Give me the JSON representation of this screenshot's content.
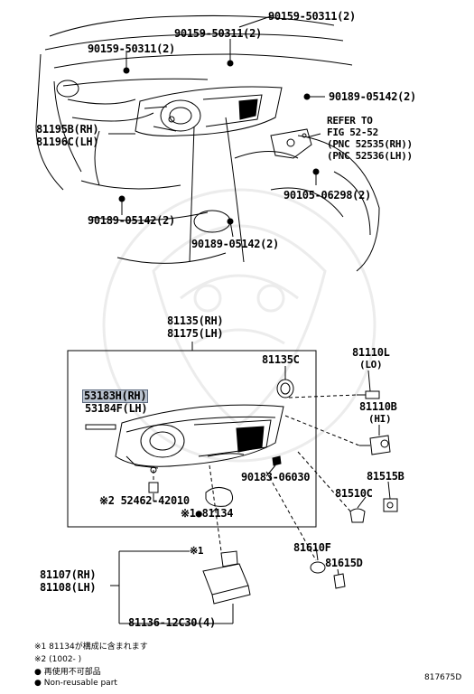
{
  "top_labels": {
    "l_90159_a": "90159-50311(2)",
    "l_90159_b": "90159-50311(2)",
    "l_90159_c": "90159-50311(2)",
    "l_90189_r": "90189-05142(2)",
    "l_81195b": "81195B(RH)",
    "l_81196c": "81196C(LH)",
    "refer_1": "REFER TO",
    "refer_2": "FIG 52-52",
    "refer_3": "(PNC 52535(RH))",
    "refer_4": "(PNC 52536(LH))",
    "l_90105": "90105-06298(2)",
    "l_90189_l": "90189-05142(2)",
    "l_90189_b": "90189-05142(2)"
  },
  "bottom_labels": {
    "l_81135rh": "81135(RH)",
    "l_81175lh": "81175(LH)",
    "l_81135c": "81135C",
    "l_81110l": "81110L",
    "l_lo": "(LO)",
    "l_53183h": "53183H(RH)",
    "l_53184f": "53184F(LH)",
    "l_81110b": "81110B",
    "l_hi": "(HI)",
    "l_90183": "90183-06030",
    "l_81515b": "81515B",
    "l_81510c": "81510C",
    "l_52462": "※2 52462-42010",
    "l_81134": "※1●81134",
    "l_81610f": "81610F",
    "l_81615d": "81615D",
    "l_x1": "※1",
    "l_81107rh": "81107(RH)",
    "l_81108lh": "81108(LH)",
    "l_81136": "81136-12C30(4)"
  },
  "notes": {
    "n1": "※1 81134が構成に含まれます",
    "n2": "※2 (1002-      )",
    "n3": "● 再使用不可部品",
    "n4": "● Non-reusable part",
    "fig_code": "817675D"
  },
  "colors": {
    "line": "#000000",
    "highlight": "#b9c2ce",
    "watermark": "#ebebeb"
  }
}
